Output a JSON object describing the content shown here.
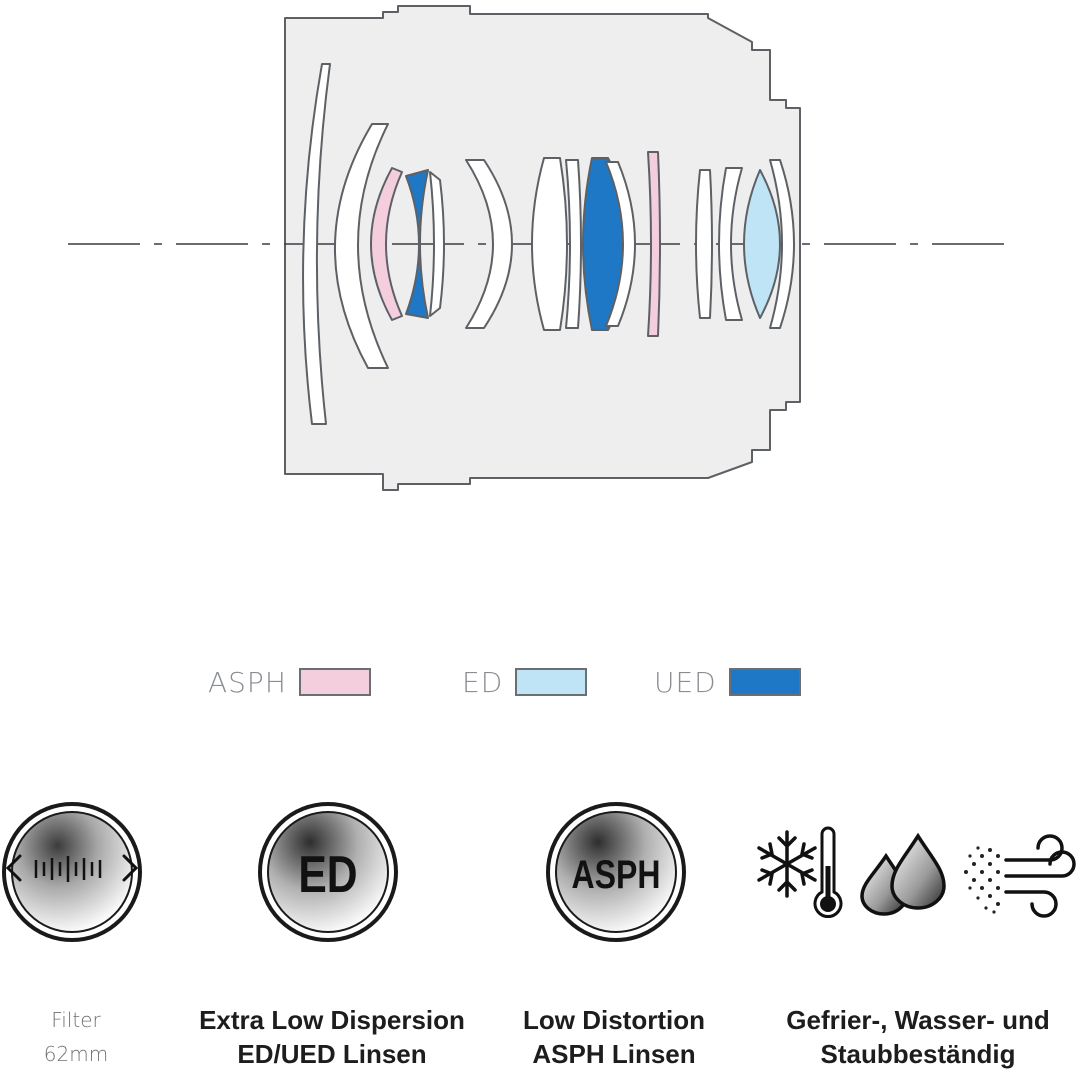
{
  "colors": {
    "asph": "#f5cedd",
    "ed": "#bfe4f6",
    "ued": "#1f78c5",
    "housing": "#eeeeee",
    "outline": "#5d6166"
  },
  "legend": [
    {
      "label": "ASPH",
      "color": "#f5cedd"
    },
    {
      "label": "ED",
      "color": "#bfe4f6"
    },
    {
      "label": "UED",
      "color": "#1f78c5"
    }
  ],
  "features": {
    "filter": {
      "icon": "filter-thread-icon",
      "line1": "Filter",
      "line2": "62mm"
    },
    "ed": {
      "icon": "ed-badge-icon",
      "badge": "ED",
      "line1": "Extra Low Dispersion",
      "line2": "ED/UED Linsen"
    },
    "asph": {
      "icon": "asph-badge-icon",
      "badge": "ASPH",
      "line1": "Low Distortion",
      "line2": "ASPH Linsen"
    },
    "sealing": {
      "icons": [
        "snowflake-icon",
        "thermometer-icon",
        "water-drops-icon",
        "dust-wind-icon"
      ],
      "line1": "Gefrier-, Wasser- und",
      "line2": "Staubbeständig"
    }
  }
}
